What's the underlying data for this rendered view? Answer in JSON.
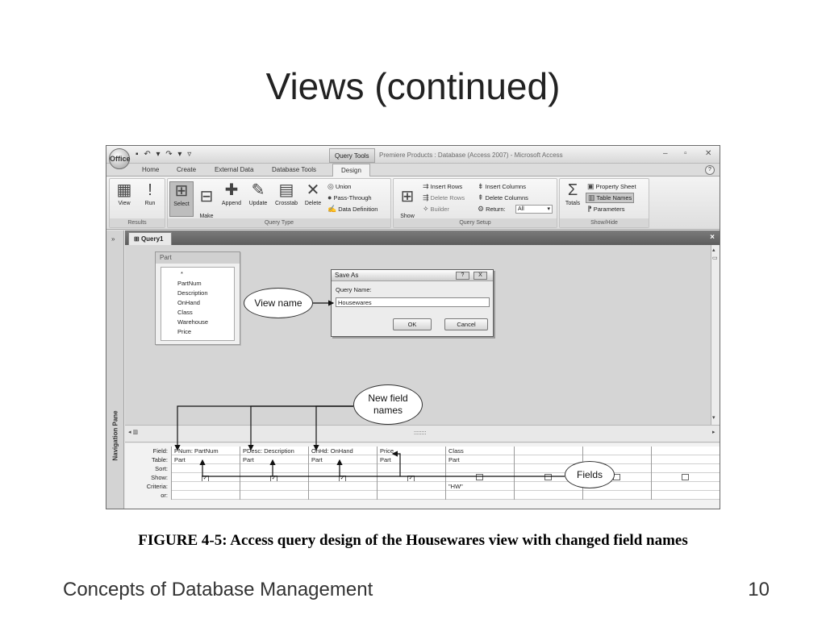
{
  "slide": {
    "title": "Views (continued)",
    "caption": "FIGURE 4-5: Access query design of the Housewares view with changed field names",
    "footer_left": "Concepts of Database Management",
    "page_number": "10"
  },
  "window": {
    "office_button": "Office",
    "qat": "▪ ↶ ▾ ↷ ▾ ▿",
    "context_tab": "Query Tools",
    "title": "Premiere Products : Database (Access 2007) - Microsoft Access",
    "controls": {
      "minimize": "–",
      "restore": "▫",
      "close": "✕"
    },
    "tabs": [
      "Home",
      "Create",
      "External Data",
      "Database Tools",
      "Design"
    ],
    "help": "?"
  },
  "ribbon": {
    "results": {
      "label": "Results",
      "view": "View",
      "view_icon": "table-icon",
      "run": "Run",
      "run_icon": "exclamation-icon"
    },
    "query_type": {
      "label": "Query Type",
      "select": "Select",
      "make_table": "Make\nTable",
      "append": "Append",
      "update": "Update",
      "crosstab": "Crosstab",
      "delete": "Delete",
      "union": "Union",
      "pass_through": "Pass-Through",
      "data_definition": "Data Definition"
    },
    "query_setup": {
      "label": "Query Setup",
      "show_table": "Show\nTable",
      "insert_rows": "Insert Rows",
      "delete_rows": "Delete Rows",
      "builder": "Builder",
      "insert_columns": "Insert Columns",
      "delete_columns": "Delete Columns",
      "return_label": "Return:",
      "return_value": "All"
    },
    "show_hide": {
      "label": "Show/Hide",
      "totals": "Totals",
      "property_sheet": "Property Sheet",
      "table_names": "Table Names",
      "parameters": "Parameters"
    }
  },
  "navigation": {
    "toggle": "»",
    "label": "Navigation Pane"
  },
  "document": {
    "tab": "Query1",
    "close": "×"
  },
  "table_box": {
    "title": "Part",
    "fields": [
      "*",
      "PartNum",
      "Description",
      "OnHand",
      "Class",
      "Warehouse",
      "Price"
    ]
  },
  "save_as": {
    "title": "Save As",
    "help": "?",
    "close": "X",
    "label": "Query Name:",
    "value": "Housewares",
    "ok": "OK",
    "cancel": "Cancel"
  },
  "callouts": {
    "view_name": "View name",
    "new_field_names": "New field\nnames",
    "fields": "Fields"
  },
  "grid": {
    "row_labels": [
      "Field:",
      "Table:",
      "Sort:",
      "Show:",
      "Criteria:",
      "or:"
    ],
    "columns": [
      {
        "field": "PNum: PartNum",
        "table": "Part",
        "show": "✓",
        "criteria": ""
      },
      {
        "field": "PDesc: Description",
        "table": "Part",
        "show": "✓",
        "criteria": ""
      },
      {
        "field": "OnHd: OnHand",
        "table": "Part",
        "show": "✓",
        "criteria": ""
      },
      {
        "field": "Price",
        "table": "Part",
        "show": "✓",
        "criteria": ""
      },
      {
        "field": "Class",
        "table": "Part",
        "show": "",
        "criteria": "\"HW\""
      },
      {
        "field": "",
        "table": "",
        "show": "",
        "criteria": ""
      },
      {
        "field": "",
        "table": "",
        "show": "",
        "criteria": ""
      },
      {
        "field": "",
        "table": "",
        "show": "",
        "criteria": ""
      }
    ],
    "splitter": "::::::::"
  }
}
